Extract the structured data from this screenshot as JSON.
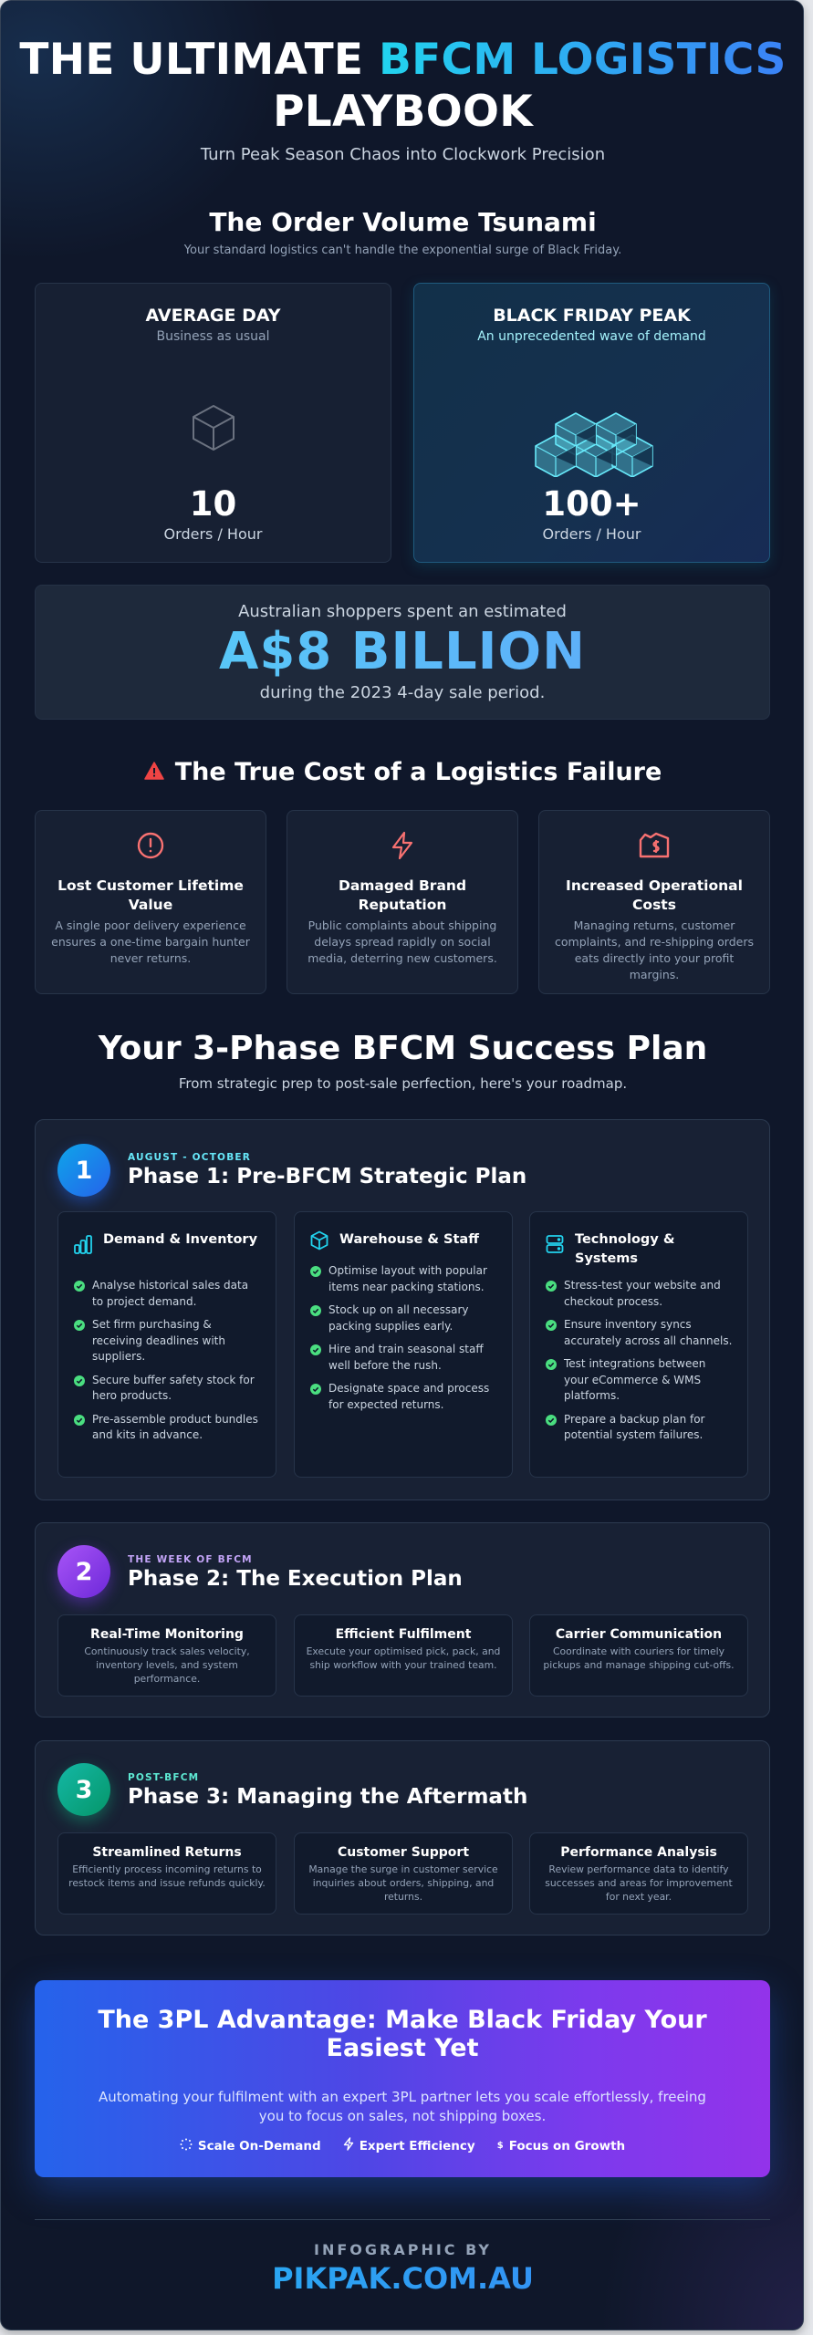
{
  "header": {
    "title_part1": "THE ULTIMATE ",
    "title_accent": "BFCM LOGISTICS",
    "title_part2": "PLAYBOOK",
    "subtitle": "Turn Peak Season Chaos into Clockwork Precision"
  },
  "volume": {
    "title": "The Order Volume Tsunami",
    "subtitle": "Your standard logistics can't handle the exponential surge of Black Friday.",
    "cards": [
      {
        "label": "AVERAGE DAY",
        "desc": "Business as usual",
        "icon": "single-box-icon",
        "value": "10",
        "unit": "Orders / Hour"
      },
      {
        "label": "BLACK FRIDAY PEAK",
        "desc": "An unprecedented wave of demand",
        "icon": "stacked-boxes-icon",
        "value": "100+",
        "unit": "Orders / Hour"
      }
    ]
  },
  "stat": {
    "pre": "Australian shoppers spent an estimated",
    "big": "A$8 BILLION",
    "post": "during the 2023 4-day sale period."
  },
  "cost": {
    "title": "The True Cost of a Logistics Failure",
    "icon": "warning-triangle-icon",
    "cards": [
      {
        "icon": "alert-circle-icon",
        "title": "Lost Customer Lifetime Value",
        "desc": "A single poor delivery experience ensures a one-time bargain hunter never returns."
      },
      {
        "icon": "lightning-icon",
        "title": "Damaged Brand Reputation",
        "desc": "Public complaints about shipping delays spread rapidly on social media, deterring new customers."
      },
      {
        "icon": "money-wallet-icon",
        "title": "Increased Operational Costs",
        "desc": "Managing returns, customer complaints, and re-shipping orders eats directly into your profit margins."
      }
    ]
  },
  "plan": {
    "title": "Your 3-Phase BFCM Success Plan",
    "subtitle": "From strategic prep to post-sale perfection, here's your roadmap.",
    "phases": [
      {
        "number": "1",
        "kicker": "AUGUST - OCTOBER",
        "title": "Phase 1: Pre-BFCM Strategic Plan",
        "color": "#67e8f9",
        "columns": [
          {
            "icon": "bar-chart-icon",
            "title": "Demand & Inventory",
            "items": [
              "Analyse historical sales data to project demand.",
              "Set firm purchasing & receiving deadlines with suppliers.",
              "Secure buffer safety stock for hero products.",
              "Pre-assemble product bundles and kits in advance."
            ]
          },
          {
            "icon": "box-icon",
            "title": "Warehouse & Staff",
            "items": [
              "Optimise layout with popular items near packing stations.",
              "Stock up on all necessary packing supplies early.",
              "Hire and train seasonal staff well before the rush.",
              "Designate space and process for expected returns."
            ]
          },
          {
            "icon": "server-icon",
            "title": "Technology & Systems",
            "items": [
              "Stress-test your website and checkout process.",
              "Ensure inventory syncs accurately across all channels.",
              "Test integrations between your eCommerce & WMS platforms.",
              "Prepare a backup plan for potential system failures."
            ]
          }
        ]
      },
      {
        "number": "2",
        "kicker": "THE WEEK OF BFCM",
        "title": "Phase 2: The Execution Plan",
        "color": "#c4a5f8",
        "cards": [
          {
            "title": "Real-Time Monitoring",
            "desc": "Continuously track sales velocity, inventory levels, and system performance."
          },
          {
            "title": "Efficient Fulfilment",
            "desc": "Execute your optimised pick, pack, and ship workflow with your trained team."
          },
          {
            "title": "Carrier Communication",
            "desc": "Coordinate with couriers for timely pickups and manage shipping cut-offs."
          }
        ]
      },
      {
        "number": "3",
        "kicker": "POST-BFCM",
        "title": "Phase 3: Managing the Aftermath",
        "color": "#5eead4",
        "cards": [
          {
            "title": "Streamlined Returns",
            "desc": "Efficiently process incoming returns to restock items and issue refunds quickly."
          },
          {
            "title": "Customer Support",
            "desc": "Manage the surge in customer service inquiries about orders, shipping, and returns."
          },
          {
            "title": "Performance Analysis",
            "desc": "Review performance data to identify successes and areas for improvement for next year."
          }
        ]
      }
    ]
  },
  "cta": {
    "title": "The 3PL Advantage: Make Black Friday Your Easiest Yet",
    "text": "Automating your fulfilment with an expert 3PL partner lets you scale effortlessly, freeing you to focus on sales, not shipping boxes.",
    "features": [
      {
        "icon": "scale-spinner-icon",
        "label": "Scale On-Demand"
      },
      {
        "icon": "lightning-icon",
        "label": "Expert Efficiency"
      },
      {
        "icon": "dollar-icon",
        "label": "Focus on Growth"
      }
    ]
  },
  "footer": {
    "by": "INFOGRAPHIC BY",
    "site": "PIKPAK.COM.AU"
  },
  "colors": {
    "background": "#0f172a",
    "accent_cyan": "#22d3ee",
    "accent_blue": "#3b82f6",
    "danger": "#f87171",
    "check": "#4ade80"
  }
}
